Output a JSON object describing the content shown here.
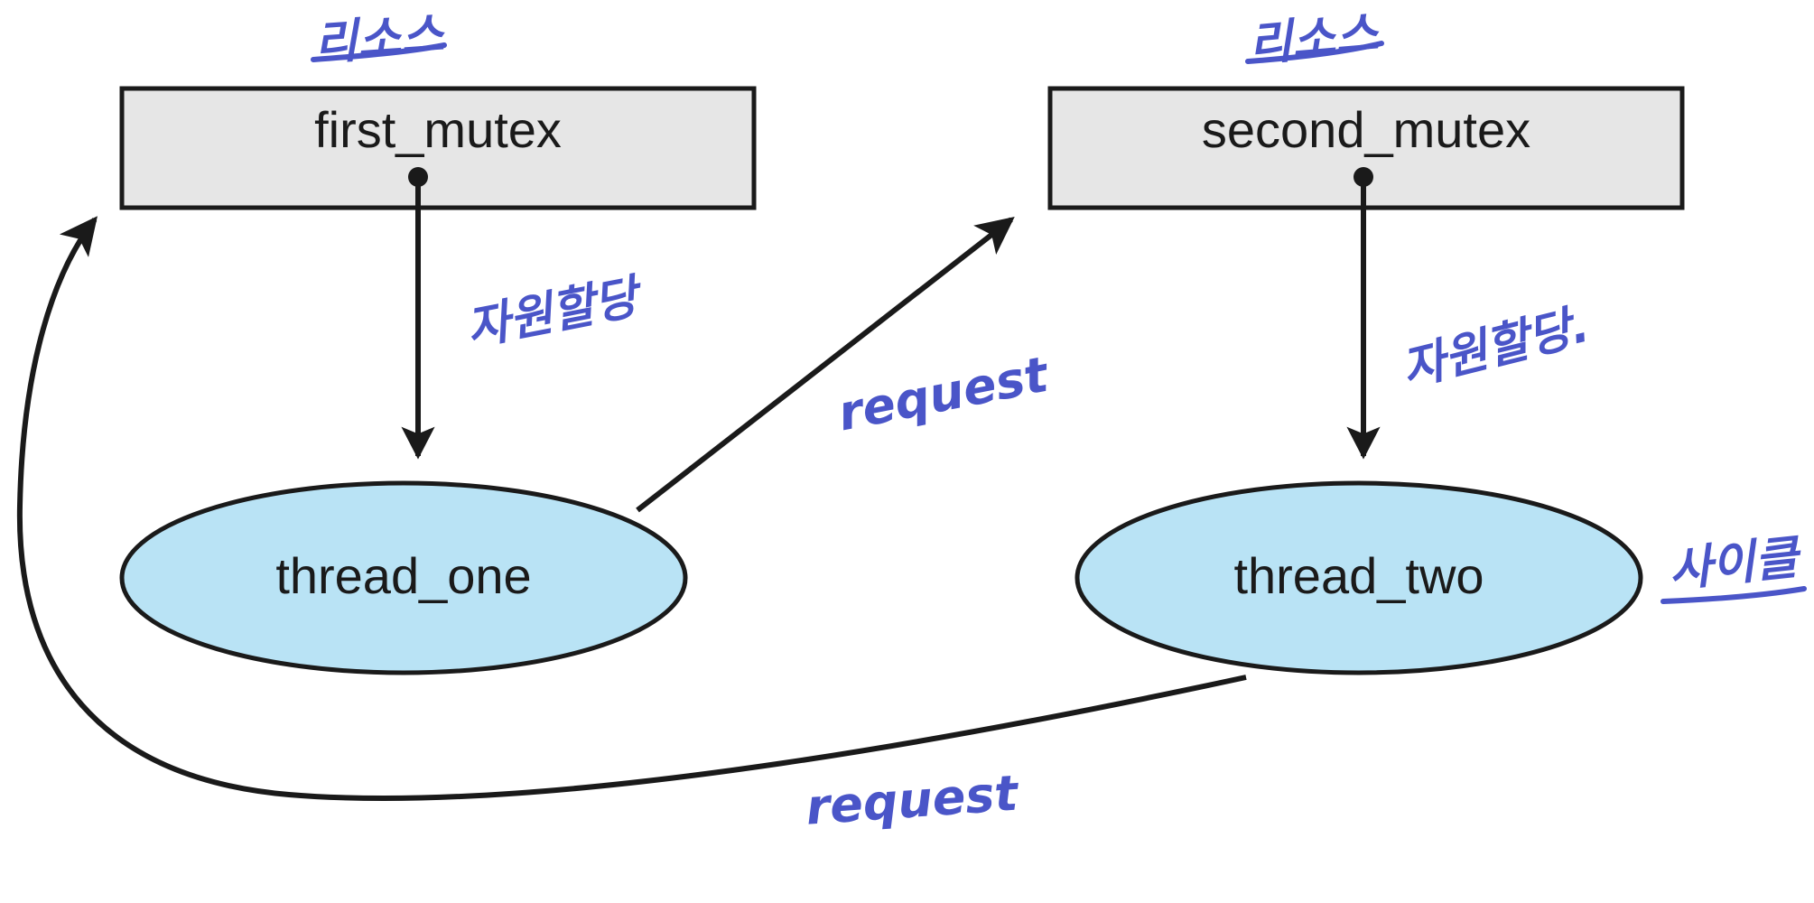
{
  "diagram": {
    "title": "Deadlock resource-allocation graph",
    "type": "resource-allocation-graph",
    "colors": {
      "resource_fill": "#e6e6e6",
      "thread_fill": "#b9e3f5",
      "stroke": "#1a1a1a",
      "annotation_ink": "#4a55c8",
      "background": "#ffffff"
    },
    "resources": [
      {
        "id": "first_mutex",
        "label": "first_mutex",
        "shape": "rectangle"
      },
      {
        "id": "second_mutex",
        "label": "second_mutex",
        "shape": "rectangle"
      }
    ],
    "threads": [
      {
        "id": "thread_one",
        "label": "thread_one",
        "shape": "ellipse"
      },
      {
        "id": "thread_two",
        "label": "thread_two",
        "shape": "ellipse"
      }
    ],
    "edges": [
      {
        "from": "first_mutex",
        "to": "thread_one",
        "kind": "assignment",
        "label": ""
      },
      {
        "from": "second_mutex",
        "to": "thread_two",
        "kind": "assignment",
        "label": ""
      },
      {
        "from": "thread_one",
        "to": "second_mutex",
        "kind": "request",
        "label": "request"
      },
      {
        "from": "thread_two",
        "to": "first_mutex",
        "kind": "request",
        "label": "request"
      }
    ],
    "annotations": [
      {
        "id": "note-resource-left",
        "text": "리소스",
        "meaning": "resource",
        "near": "first_mutex"
      },
      {
        "id": "note-resource-right",
        "text": "리소스",
        "meaning": "resource",
        "near": "second_mutex"
      },
      {
        "id": "note-alloc-left",
        "text": "자원할당",
        "meaning": "resource allocation",
        "near": "first_mutex-to-thread_one"
      },
      {
        "id": "note-alloc-right",
        "text": "자원할당.",
        "meaning": "resource allocation",
        "near": "second_mutex-to-thread_two"
      },
      {
        "id": "note-request-upper",
        "text": "request",
        "meaning": "request edge",
        "near": "thread_one-to-second_mutex"
      },
      {
        "id": "note-request-lower",
        "text": "request",
        "meaning": "request edge",
        "near": "thread_two-to-first_mutex"
      },
      {
        "id": "note-cycle",
        "text": "사이클",
        "meaning": "cycle",
        "near": "thread_two"
      }
    ]
  }
}
